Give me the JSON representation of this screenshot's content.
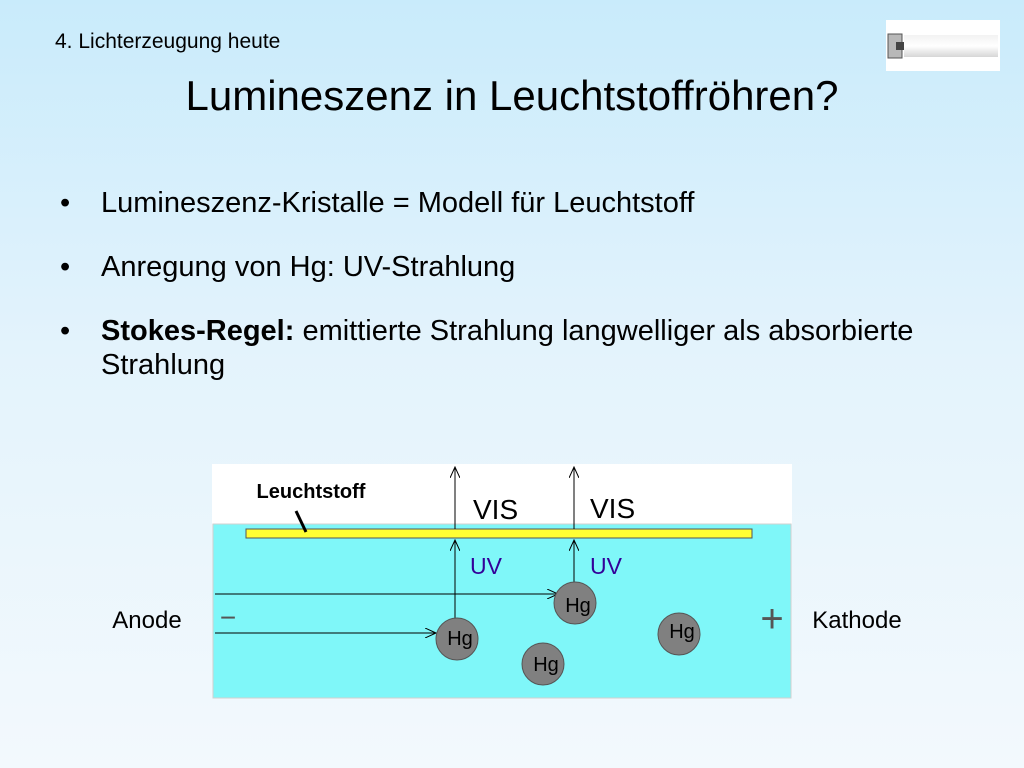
{
  "header": {
    "section_label": "4. Lichterzeugung heute",
    "title": "Lumineszenz in Leuchtstoffröhren?"
  },
  "bullets": [
    {
      "bold": "",
      "text": "Lumineszenz-Kristalle = Modell für Leuchtstoff"
    },
    {
      "bold": "",
      "text": "Anregung von Hg: UV-Strahlung"
    },
    {
      "bold": "Stokes-Regel:",
      "text": " emittierte Strahlung langwelliger als absorbierte Strahlung"
    }
  ],
  "diagram": {
    "phosphor_label": "Leuchtstoff",
    "vis_labels": [
      "VIS",
      "VIS"
    ],
    "uv_labels": [
      "UV",
      "UV"
    ],
    "atom_label": "Hg",
    "anode_label": "Anode",
    "cathode_label": "Kathode",
    "minus_sign": "−",
    "plus_sign": "+",
    "colors": {
      "tube": "#7ff7f9",
      "phosphor": "#ffff33",
      "atom": "#808080",
      "uv_text": "#330099"
    }
  }
}
